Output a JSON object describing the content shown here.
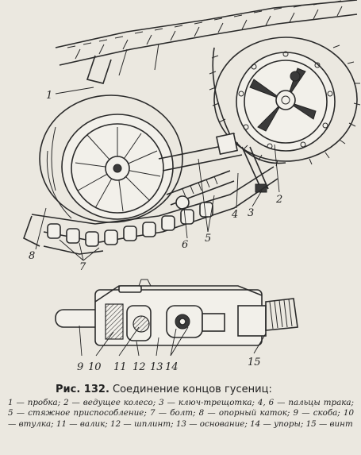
{
  "figure": {
    "labels": [
      "1",
      "2",
      "3",
      "4",
      "5",
      "6",
      "7",
      "8",
      "9",
      "10",
      "11",
      "12",
      "13",
      "14",
      "15"
    ],
    "label_5b": "5",
    "label_7b": "7",
    "label_14b": "14"
  },
  "caption": {
    "number": "Рис. 132.",
    "title": "Соединение концов гусениц:",
    "legend": "1 — пробка; 2 — ведущее колесо; 3 — ключ-трещотка; 4, 6 — пальцы трака; 5 — стяжное приспособление; 7 — болт; 8 — опорный каток; 9 — скоба; 10 — втулка; 11 — валик; 12 — шплинт; 13 — основание; 14 — упоры; 15 — винт"
  }
}
